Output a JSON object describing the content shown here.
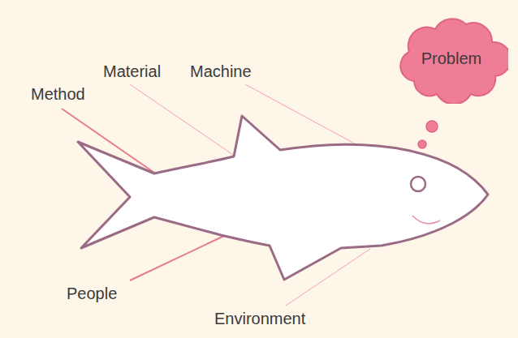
{
  "diagram": {
    "nodes": [
      {
        "text": [
          "Problem"
        ]
      }
    ],
    "labels": [
      "Material",
      "Machine",
      "Method",
      "People",
      "Environment"
    ]
  }
}
